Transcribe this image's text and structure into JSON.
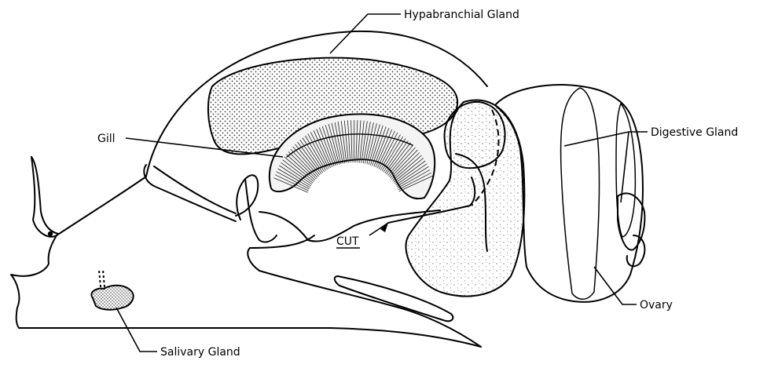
{
  "labels": {
    "hypobranchial": "Hypabranchial  Gland",
    "gill": "Gill",
    "digestive": "Digestive  Gland",
    "cut": "CUT",
    "ovary": "Ovary",
    "salivary": "Salivary  Gland"
  },
  "colors": {
    "ink": "#000000",
    "paper": "#ffffff",
    "stipple": "#555555"
  }
}
